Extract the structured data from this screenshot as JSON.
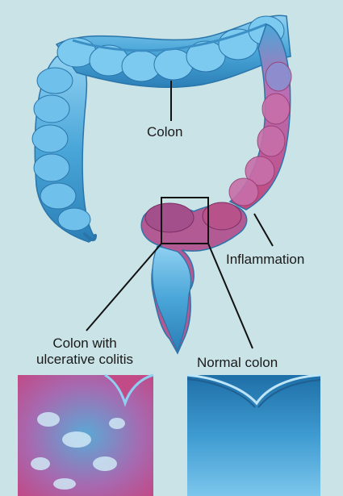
{
  "labels": {
    "colon": "Colon",
    "inflammation": "Inflammation",
    "colitis_line1": "Colon with",
    "colitis_line2": "ulcerative colitis",
    "normal_colon": "Normal colon"
  },
  "colors": {
    "background": "#c9e3e6",
    "colon_healthy": "#4aa6d8",
    "colon_inflamed": "#c1497f",
    "leader_line": "#111111"
  }
}
